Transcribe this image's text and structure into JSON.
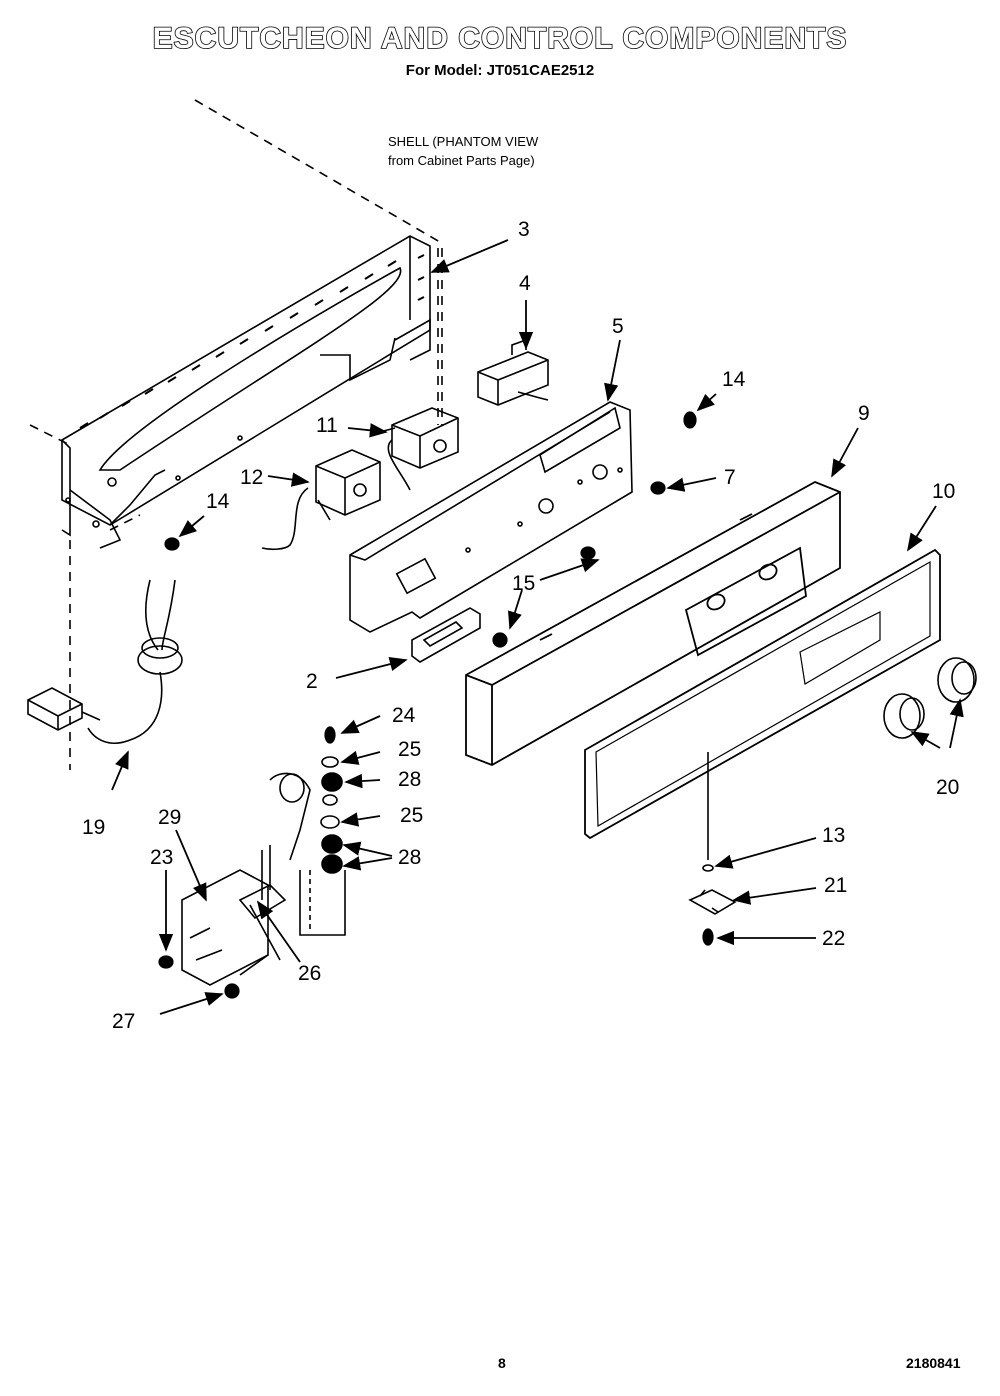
{
  "title": "ESCUTCHEON AND CONTROL COMPONENTS",
  "subtitle": "For Model: JT051CAE2512",
  "note": {
    "line1": "SHELL (PHANTOM VIEW",
    "line2": "from Cabinet Parts Page)"
  },
  "callouts": {
    "c3": "3",
    "c4": "4",
    "c5": "5",
    "c14a": "14",
    "c9": "9",
    "c11": "11",
    "c7": "7",
    "c10": "10",
    "c12": "12",
    "c14b": "14",
    "c15": "15",
    "c2": "2",
    "c24": "24",
    "c25a": "25",
    "c28a": "28",
    "c25b": "25",
    "c20": "20",
    "c19": "19",
    "c29": "29",
    "c23": "23",
    "c28b": "28",
    "c13": "13",
    "c21": "21",
    "c22": "22",
    "c26": "26",
    "c27": "27"
  },
  "footer": {
    "page": "8",
    "doc_number": "2180841"
  }
}
